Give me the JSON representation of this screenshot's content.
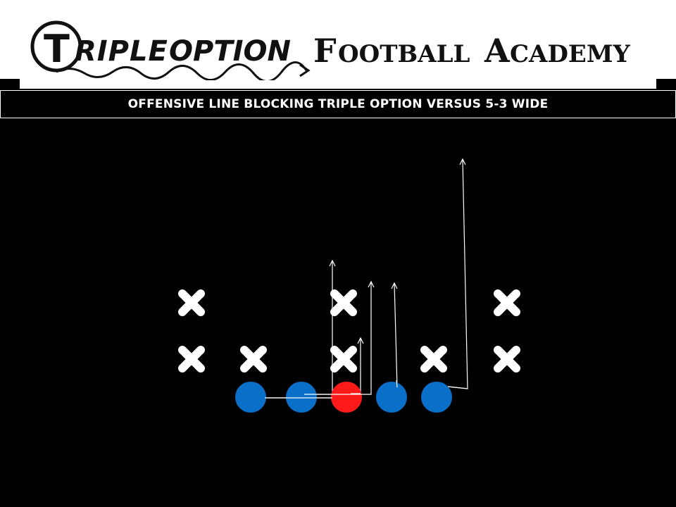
{
  "logo": {
    "text_part1": "TRIPLE OPTION",
    "text_part2": "FOOTBALL ACADEMY"
  },
  "title": "OFFENSIVE LINE BLOCKING TRIPLE OPTION VERSUS 5-3 WIDE",
  "colors": {
    "background": "#000000",
    "lineman": "#0a6fc8",
    "center": "#ff1a1a",
    "defender": "#ffffff",
    "route": "#ffffff"
  },
  "diagram": {
    "defenders": [
      {
        "role": "linebacker-left"
      },
      {
        "role": "linebacker-middle"
      },
      {
        "role": "linebacker-right"
      },
      {
        "role": "end-left"
      },
      {
        "role": "tackle-left"
      },
      {
        "role": "nose"
      },
      {
        "role": "tackle-right"
      },
      {
        "role": "end-right"
      }
    ],
    "offense": [
      {
        "role": "left-tackle"
      },
      {
        "role": "left-guard"
      },
      {
        "role": "center"
      },
      {
        "role": "right-guard"
      },
      {
        "role": "right-tackle"
      }
    ]
  }
}
